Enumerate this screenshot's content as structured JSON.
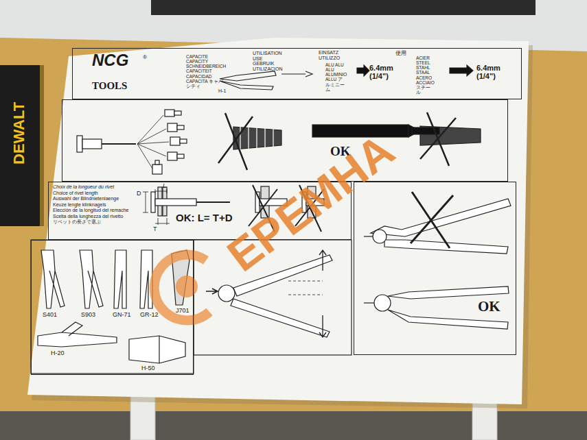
{
  "diagram": {
    "nodes": [
      {
        "text": [
          "NCG",
          "TOOLS",
          "CAPACITE CAPACITY SCHNEIDBEREICH CAPACITEIT CAPACIDAD CAPACITA キャパシティ",
          "H-1",
          "UTILISATION USE GEBRUIK UTILIZACION",
          "EINSATZ UTILIZZO",
          "使用",
          "ALU ALU ALU ALUMINIO ALLU アルミニーム",
          "6.4mm (1/4\")",
          "ACIER STEEL STAHL STAAL ACERO ACCIAIO スチール",
          "6.4mm (1/4\")"
        ]
      },
      {
        "text": [
          "OK"
        ]
      },
      {
        "text": [
          "Choix de la longueur du rivet",
          "Choice of rivet length",
          "Auswahl der Blindnietenlaenge",
          "Keuze lengte klinknagels",
          "Elección de la longitud del remache",
          "Scelta della lunghezza del rivetto",
          "リベットの長さで選ぶ",
          "D",
          "L",
          "T",
          "OK: L= T+D"
        ]
      },
      {
        "text": [
          "OK"
        ]
      },
      {
        "text": [
          "S401",
          "S903",
          "GN-71",
          "GR-12",
          "J701",
          "H-20",
          "H-50"
        ]
      }
    ],
    "labels": [
      "®",
      "ЕРЕМНА",
      "DEWALT"
    ]
  }
}
